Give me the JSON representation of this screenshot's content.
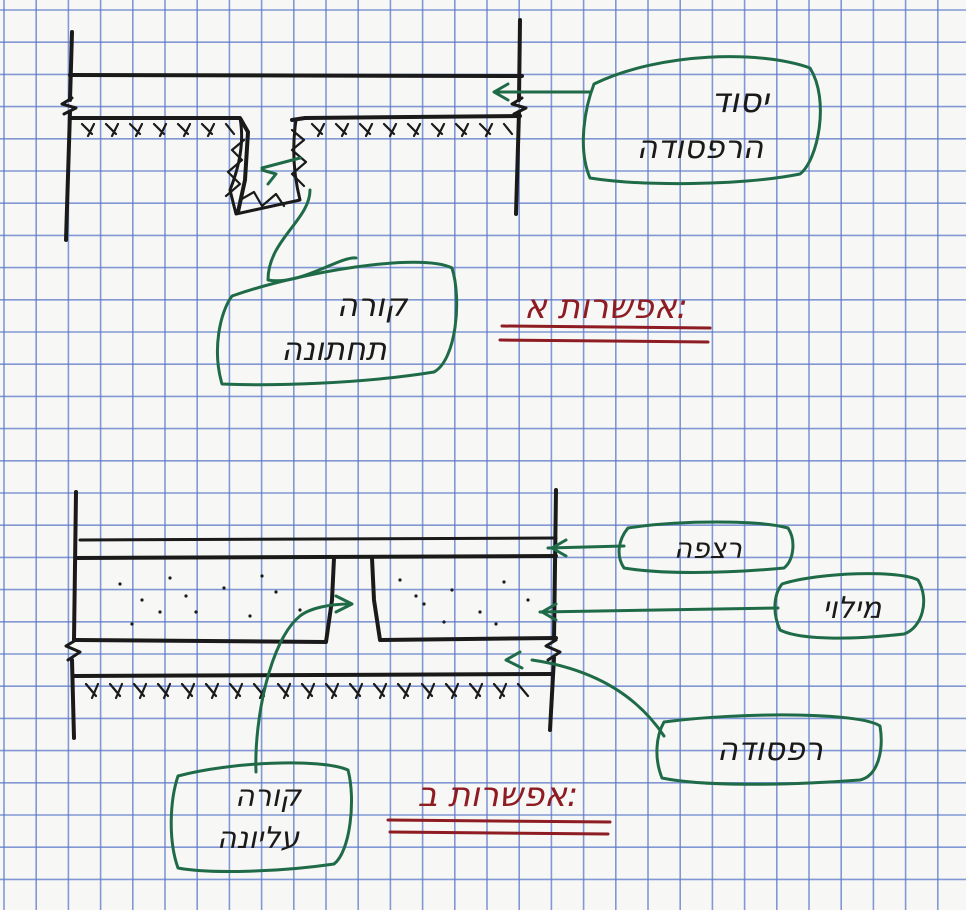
{
  "colors": {
    "paper": "#f7f7f5",
    "grid": "#5a78c8",
    "ink": "#1a1a1a",
    "callout": "#1f6b48",
    "title": "#8e1c22"
  },
  "option_a": {
    "title": "אפשרות א:",
    "labels": {
      "foundation_line1": "יסוד",
      "foundation_line2": "הרפסודה",
      "lower_beam_line1": "קורה",
      "lower_beam_line2": "תחתונה"
    }
  },
  "option_b": {
    "title": "אפשרות ב:",
    "labels": {
      "floor": "רצפה",
      "fill": "מילוי",
      "raft": "רפסודה",
      "upper_beam_line1": "קורה",
      "upper_beam_line2": "עליונה"
    }
  }
}
